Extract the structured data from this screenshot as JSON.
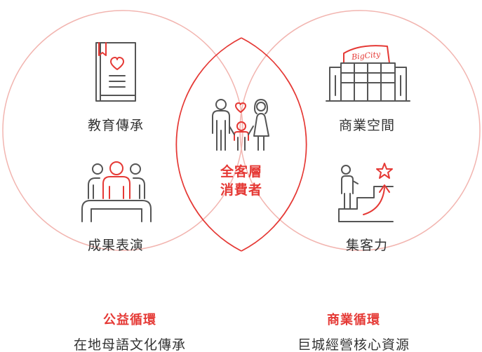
{
  "colors": {
    "accent": "#e53935",
    "circle_stroke": "#f2b5b0",
    "overlap_fill": "#fdeceb",
    "icon_gray": "#555555",
    "text": "#333333"
  },
  "left_circle": {
    "items": [
      {
        "label": "教育傳承",
        "icon": "book-heart-icon"
      },
      {
        "label": "成果表演",
        "icon": "audience-presentation-icon"
      }
    ],
    "cycle_title": "公益循環",
    "cycle_subtitle": "在地母語文化傳承"
  },
  "center": {
    "icon": "family-heart-icon",
    "line1": "全客層",
    "line2": "消費者"
  },
  "right_circle": {
    "items": [
      {
        "label": "商業空間",
        "icon": "shopping-mall-building-icon",
        "building_sign": "BigCity"
      },
      {
        "label": "集客力",
        "icon": "stairs-climb-star-icon"
      }
    ],
    "cycle_title": "商業循環",
    "cycle_subtitle": "巨城經營核心資源"
  }
}
